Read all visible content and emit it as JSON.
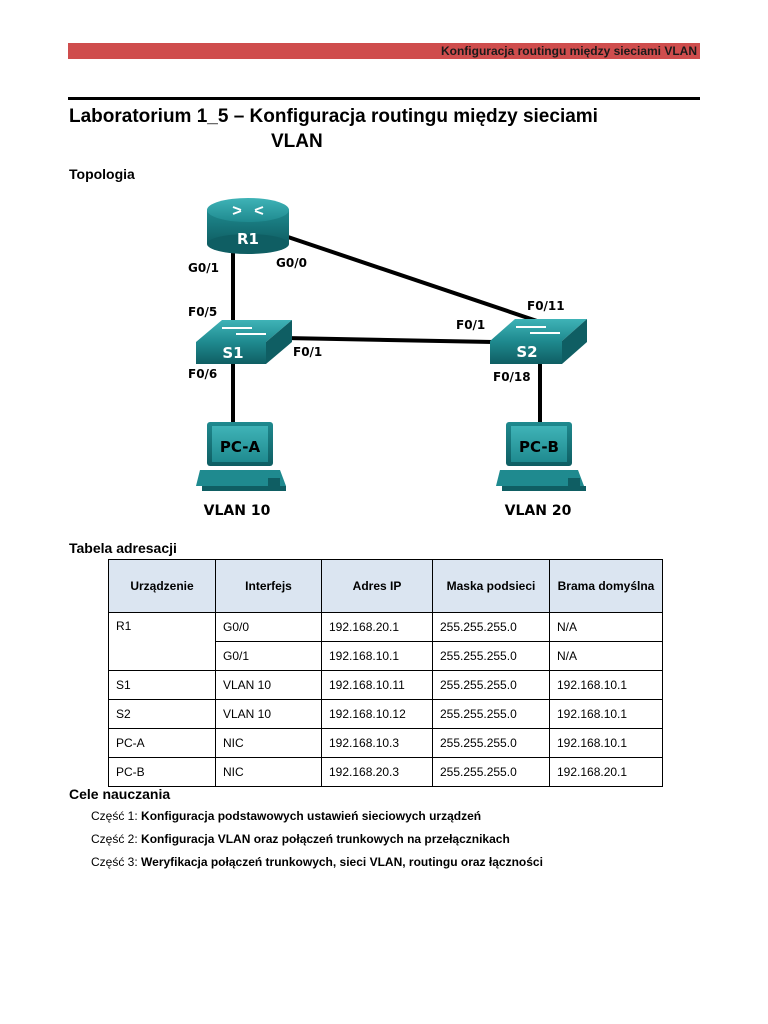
{
  "header": {
    "text": "Konfiguracja routingu między sieciami VLAN",
    "bar_color": "#cf4d4d"
  },
  "title": {
    "line1": "Laboratorium 1_5 – Konfiguracja routingu między sieciami",
    "line2": "VLAN"
  },
  "topology": {
    "heading": "Topologia",
    "router": "R1",
    "switch1": "S1",
    "switch2": "S2",
    "pc_a": "PC-A",
    "pc_b": "PC-B",
    "ports": {
      "r1_g01": "G0/1",
      "r1_g00": "G0/0",
      "s1_f05": "F0/5",
      "s1_f01": "F0/1",
      "s1_f06": "F0/6",
      "s2_f011": "F0/11",
      "s2_f01": "F0/1",
      "s2_f018": "F0/18"
    },
    "vlan_a": "VLAN 10",
    "vlan_b": "VLAN 20",
    "device_color": "#1f8a8f"
  },
  "table": {
    "heading": "Tabela adresacji",
    "headers": [
      "Urządzenie",
      "Interfejs",
      "Adres IP",
      "Maska podsieci",
      "Brama domyślna"
    ],
    "rows": [
      [
        "R1",
        "G0/0",
        "192.168.20.1",
        "255.255.255.0",
        "N/A"
      ],
      [
        "",
        "G0/1",
        "192.168.10.1",
        "255.255.255.0",
        "N/A"
      ],
      [
        "S1",
        "VLAN 10",
        "192.168.10.11",
        "255.255.255.0",
        "192.168.10.1"
      ],
      [
        "S2",
        "VLAN 10",
        "192.168.10.12",
        "255.255.255.0",
        "192.168.10.1"
      ],
      [
        "PC-A",
        "NIC",
        "192.168.10.3",
        "255.255.255.0",
        "192.168.10.1"
      ],
      [
        "PC-B",
        "NIC",
        "192.168.20.3",
        "255.255.255.0",
        "192.168.20.1"
      ]
    ]
  },
  "objectives": {
    "heading": "Cele nauczania",
    "items": [
      {
        "part": "Część 1:",
        "text": "Konfiguracja podstawowych ustawień sieciowych urządzeń"
      },
      {
        "part": "Część 2:",
        "text": "Konfiguracja VLAN oraz połączeń trunkowych na przełącznikach"
      },
      {
        "part": "Część 3:",
        "text": "Weryfikacja połączeń trunkowych, sieci VLAN, routingu oraz łączności"
      }
    ]
  }
}
